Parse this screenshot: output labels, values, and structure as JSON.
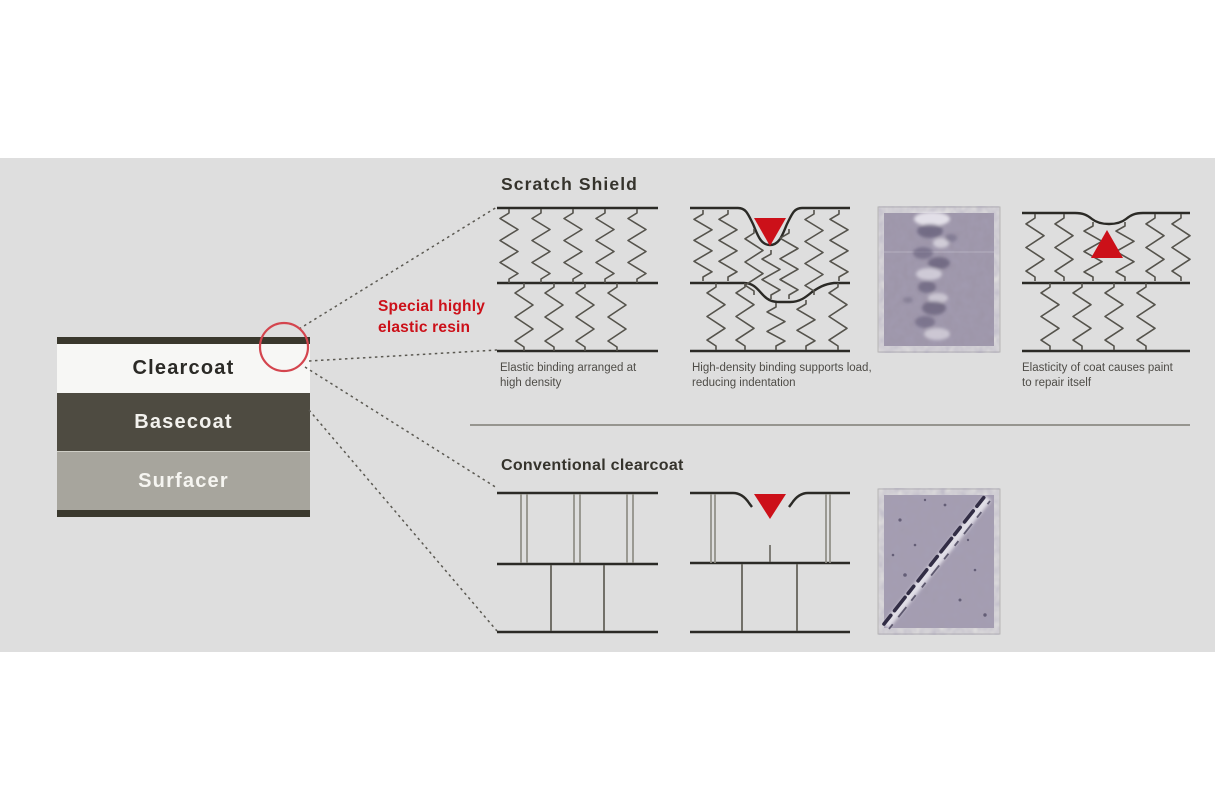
{
  "figure": {
    "stack": {
      "layers": [
        {
          "label": "Clearcoat"
        },
        {
          "label": "Basecoat"
        },
        {
          "label": "Surfacer"
        }
      ]
    },
    "annotation": {
      "line1": "Special highly",
      "line2": "elastic resin"
    },
    "scratch_shield": {
      "title": "Scratch Shield",
      "captions": [
        "Elastic binding arranged at high density",
        "High-density binding supports load, reducing indentation",
        "Elasticity of coat causes paint to repair itself"
      ]
    },
    "conventional": {
      "title": "Conventional clearcoat"
    },
    "colors": {
      "accent_red": "#cc1019",
      "callout_circle_red": "#d4454e",
      "background_band": "#dedede",
      "basecoat_fill": "#4e4b41",
      "surfacer_fill": "#a7a59d"
    }
  }
}
